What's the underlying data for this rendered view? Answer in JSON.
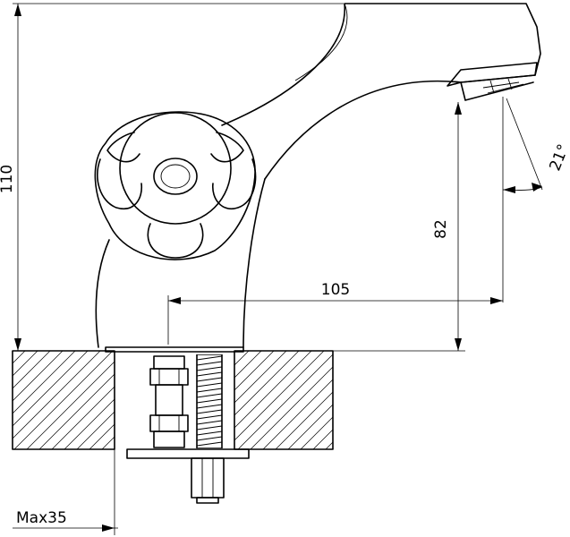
{
  "dimensions": {
    "height_total": "110",
    "spout_height": "82",
    "spout_reach": "105",
    "spout_angle": "21°",
    "max_countertop": "Max35"
  }
}
